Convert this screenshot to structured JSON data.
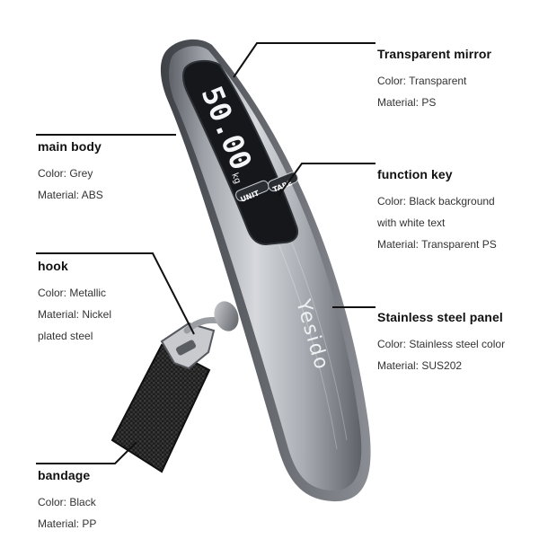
{
  "product": {
    "display_value": "50.00",
    "display_unit": "kg",
    "unit_button": "UNIT",
    "tare_button": "TARE",
    "brand": "Yesido"
  },
  "callouts": {
    "transparent_mirror": {
      "title": "Transparent mirror",
      "lines": [
        "Color: Transparent",
        "Material: PS"
      ]
    },
    "main_body": {
      "title": "main body",
      "lines": [
        "Color: Grey",
        "Material: ABS"
      ]
    },
    "function_key": {
      "title": "function key",
      "lines": [
        "Color: Black background",
        "with white text",
        "Material: Transparent PS"
      ]
    },
    "hook": {
      "title": "hook",
      "lines": [
        "Color: Metallic",
        "Material: Nickel",
        "plated steel"
      ]
    },
    "stainless_panel": {
      "title": "Stainless steel panel",
      "lines": [
        "Color: Stainless steel color",
        "Material: SUS202"
      ]
    },
    "bandage": {
      "title": "bandage",
      "lines": [
        "Color: Black",
        "Material: PP"
      ]
    }
  },
  "colors": {
    "steel_light": "#c9ccd1",
    "steel_dark": "#6e7278",
    "screen": "#15171b",
    "strap": "#1d1d1d"
  }
}
